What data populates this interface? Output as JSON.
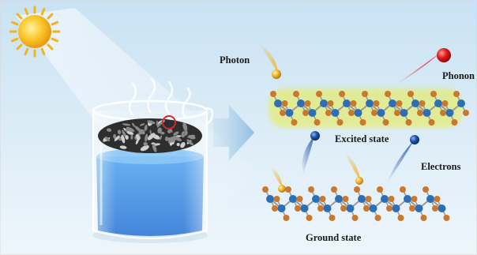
{
  "labels": {
    "photon": "Photon",
    "phonon": "Phonon",
    "excited_state": "Excited state",
    "electrons": "Electrons",
    "ground_state": "Ground state"
  },
  "colors": {
    "background_top": "#cfe6f5",
    "background_bottom": "#e9f3fa",
    "sun": "#f7b416",
    "water": "#3f8fe6",
    "atom_blue": "#2c6fb7",
    "atom_orange": "#c9782c",
    "excited_glow": "#e8ec4a",
    "photon": "#f2b22a",
    "phonon": "#e01818",
    "electron": "#1d4fa8",
    "arrow": "#9ec5e2"
  }
}
